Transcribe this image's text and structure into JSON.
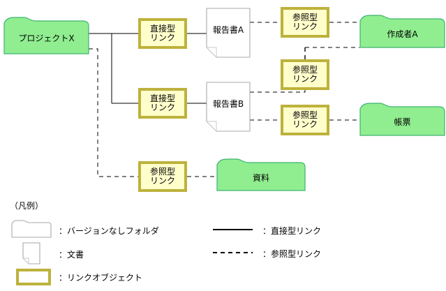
{
  "diagram": {
    "nodes": {
      "project_x": {
        "label": "プロジェクトX",
        "type": "folder-no-version"
      },
      "doc_a": {
        "label": "報告書A",
        "type": "document"
      },
      "doc_b": {
        "label": "報告書B",
        "type": "document"
      },
      "author_a": {
        "label": "作成者A",
        "type": "folder-no-version"
      },
      "ledger": {
        "label": "帳票",
        "type": "folder-no-version"
      },
      "material": {
        "label": "資料",
        "type": "folder-no-version"
      }
    },
    "link_objects": {
      "direct_1": {
        "line1": "直接型",
        "line2": "リンク"
      },
      "direct_2": {
        "line1": "直接型",
        "line2": "リンク"
      },
      "ref_1": {
        "line1": "参照型",
        "line2": "リンク"
      },
      "ref_2": {
        "line1": "参照型",
        "line2": "リンク"
      },
      "ref_3": {
        "line1": "参照型",
        "line2": "リンク"
      },
      "ref_4": {
        "line1": "参照型",
        "line2": "リンク"
      }
    },
    "edges": [
      {
        "from": "project_x",
        "to": "direct_1",
        "style": "solid"
      },
      {
        "from": "project_x",
        "to": "direct_2",
        "style": "solid"
      },
      {
        "from": "direct_1",
        "to": "doc_a",
        "style": "solid"
      },
      {
        "from": "direct_2",
        "to": "doc_b",
        "style": "solid"
      },
      {
        "from": "doc_a",
        "to": "ref_1",
        "style": "dashed"
      },
      {
        "from": "ref_1",
        "to": "author_a",
        "style": "dashed"
      },
      {
        "from": "doc_b",
        "to": "ref_2",
        "style": "dashed"
      },
      {
        "from": "ref_2",
        "to": "author_a",
        "style": "dashed"
      },
      {
        "from": "doc_b",
        "to": "ref_3",
        "style": "dashed"
      },
      {
        "from": "ref_3",
        "to": "ledger",
        "style": "dashed"
      },
      {
        "from": "project_x",
        "to": "ref_4",
        "style": "dashed"
      },
      {
        "from": "ref_4",
        "to": "material",
        "style": "dashed"
      }
    ]
  },
  "legend": {
    "title": "（凡例）",
    "items": [
      {
        "icon": "folder-no-version-icon",
        "text": "：バージョンなしフォルダ"
      },
      {
        "icon": "document-icon",
        "text": "：文書"
      },
      {
        "icon": "link-object-icon",
        "text": "：リンクオブジェクト"
      }
    ],
    "line_items": [
      {
        "icon": "solid-line-icon",
        "text": "：直接型リンク"
      },
      {
        "icon": "dashed-line-icon",
        "text": "：参照型リンク"
      }
    ]
  },
  "colors": {
    "folder_fill": "#90ee90",
    "folder_stroke": "#3cb371",
    "document_fill": "#ffffff",
    "document_stroke": "#a9a9a9",
    "link_fill": "#ffffcc",
    "link_stroke": "#bdb23c",
    "line": "#000000",
    "background": "#ffffff"
  }
}
